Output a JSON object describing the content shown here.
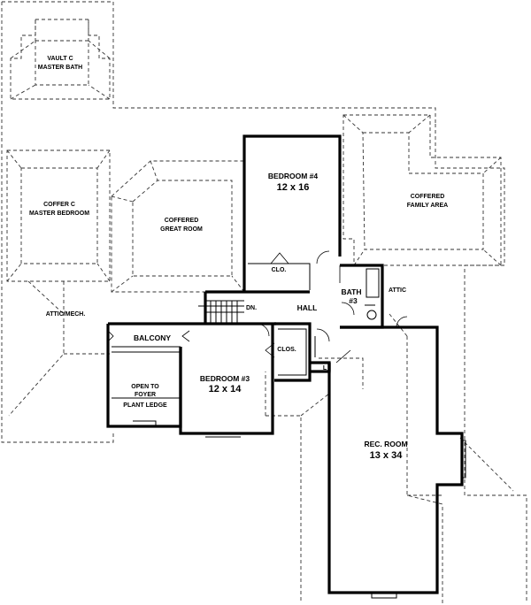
{
  "rooms": {
    "vault_bath": [
      "VAULT C",
      "MASTER BATH"
    ],
    "coffer_master": [
      "COFFER C",
      "MASTER BEDROOM"
    ],
    "great_room": [
      "COFFERED",
      "GREAT ROOM"
    ],
    "bedroom4": [
      "BEDROOM #4",
      "12 x 16"
    ],
    "family_area": [
      "COFFERED",
      "FAMILY AREA"
    ],
    "clo_top": "CLO.",
    "bath3": [
      "BATH",
      "#3"
    ],
    "attic_right": "ATTIC",
    "hall": "HALL",
    "stair_dn": "DN.",
    "attic_mech": "ATTIC/MECH.",
    "balcony": "BALCONY",
    "open_foyer": [
      "OPEN TO",
      "FOYER"
    ],
    "plant_ledge": "PLANT LEDGE",
    "bedroom3": [
      "BEDROOM #3",
      "12 x 14"
    ],
    "clos_mid": "CLOS.",
    "linen": "L",
    "rec_room": [
      "REC. ROOM",
      "13 x 34"
    ]
  }
}
